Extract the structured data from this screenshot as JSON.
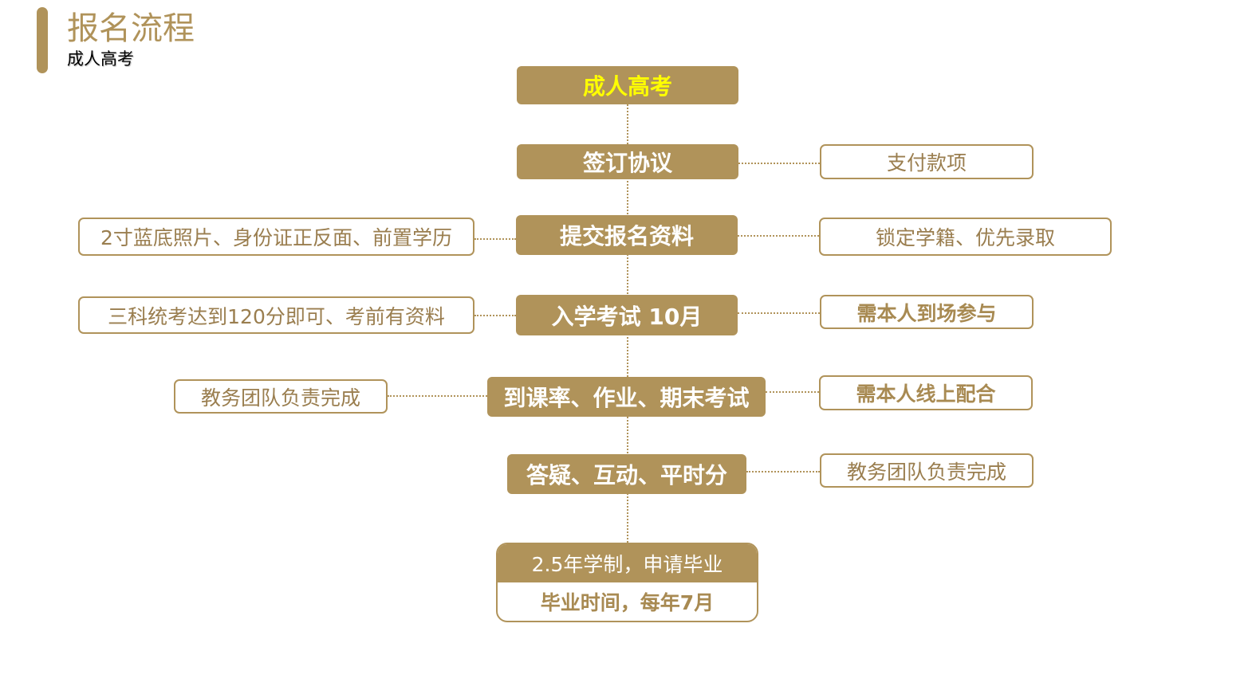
{
  "header": {
    "title": "报名流程",
    "subtitle": "成人高考"
  },
  "colors": {
    "accent": "#B0935A",
    "highlight": "#FFFF00"
  },
  "steps": [
    "成人高考",
    "签订协议",
    "提交报名资料",
    "入学考试 10月",
    "到课率、作业、期末考试",
    "答疑、互动、平时分"
  ],
  "final": {
    "top": "2.5年学制，申请毕业",
    "bottom": "毕业时间，每年7月"
  },
  "right": [
    "支付款项",
    "锁定学籍、优先录取",
    "需本人到场参与",
    "需本人线上配合",
    "教务团队负责完成"
  ],
  "left": [
    "2寸蓝底照片、身份证正反面、前置学历",
    "三科统考达到120分即可、考前有资料",
    "教务团队负责完成"
  ]
}
